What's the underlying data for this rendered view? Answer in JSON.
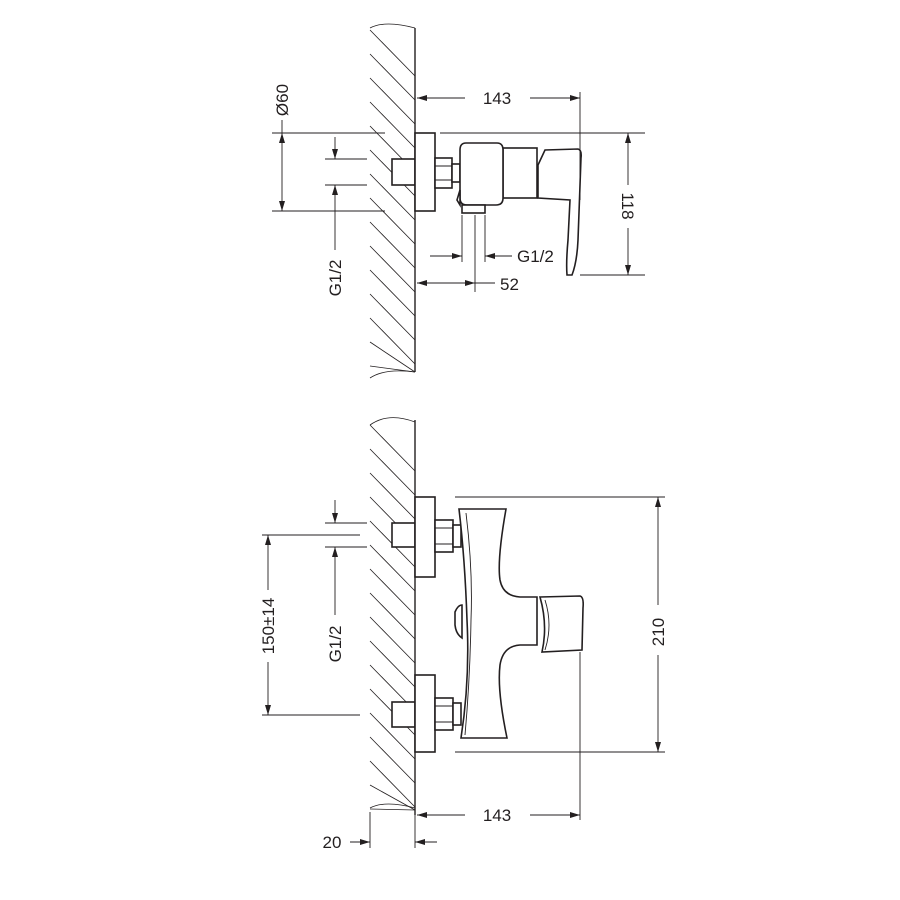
{
  "side_view": {
    "dim_width": "143",
    "dim_flange_diameter": "Ø60",
    "dim_height": "118",
    "dim_inlet_thread": "G1/2",
    "dim_outlet_thread": "G1/2",
    "dim_outlet_offset": "52"
  },
  "front_view": {
    "dim_height": "210",
    "dim_inlet_spacing": "150±14",
    "dim_inlet_thread": "G1/2",
    "dim_depth": "143",
    "dim_wall_offset": "20"
  },
  "colors": {
    "line": "#231f20",
    "background": "#ffffff"
  }
}
